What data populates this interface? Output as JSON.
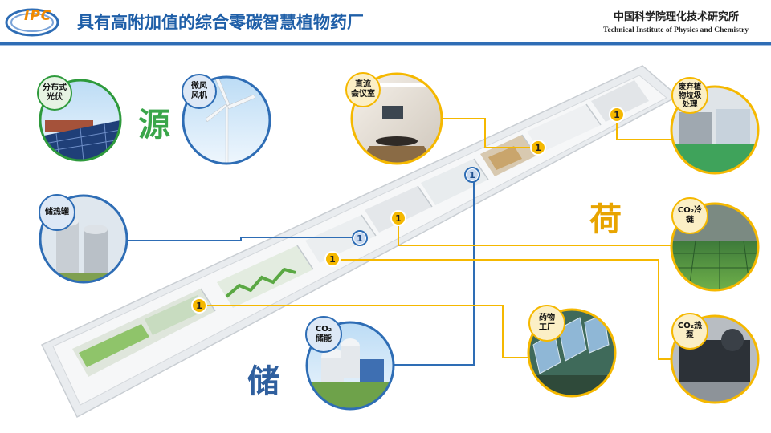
{
  "header": {
    "logo_text": "IPC",
    "title": "具有高附加值的综合零碳智慧植物药厂",
    "institute_cn": "中国科学院理化技术研究所",
    "institute_en": "Technical Institute of Physics and Chemistry"
  },
  "sections": {
    "source": "源",
    "load": "荷",
    "storage": "储"
  },
  "components": [
    {
      "id": "pv",
      "label": "分布式\n光伏"
    },
    {
      "id": "wind",
      "label": "微风\n风机"
    },
    {
      "id": "tank",
      "label": "储热罐"
    },
    {
      "id": "meeting",
      "label": "直流\n会议室"
    },
    {
      "id": "waste",
      "label": "废弃植\n物垃圾\n处理"
    },
    {
      "id": "cold",
      "label": "CO₂冷\n链"
    },
    {
      "id": "pump",
      "label": "CO₂热\n泵"
    },
    {
      "id": "pharma",
      "label": "药物\n工厂"
    },
    {
      "id": "co2store",
      "label": "CO₂\n储能"
    }
  ],
  "marker_label": "1",
  "colors": {
    "blue": "#2e6db5",
    "yellow": "#f5b800",
    "green": "#2e9a3c",
    "source_text": "#3aa64a",
    "load_text": "#e8a400",
    "storage_text": "#2f5f9e"
  }
}
